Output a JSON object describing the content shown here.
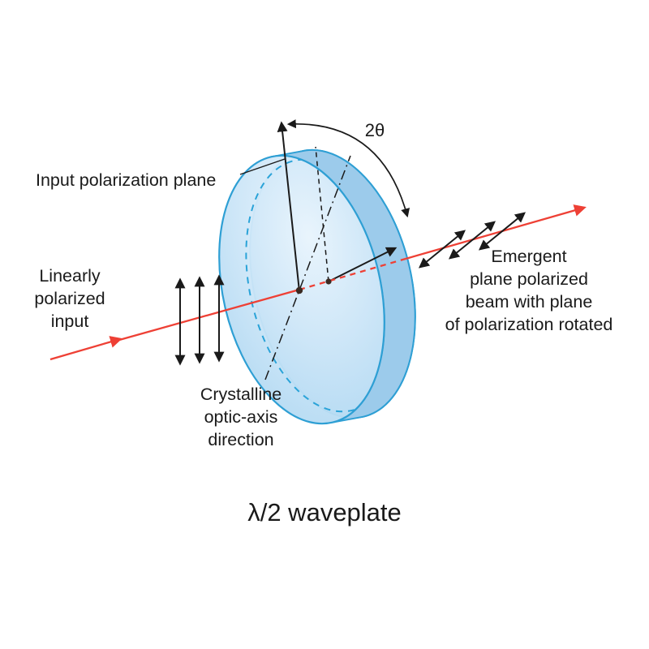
{
  "title": "λ/2 waveplate",
  "labels": {
    "input_plane": "Input polarization plane",
    "angle": "2θ",
    "linear_input_lines": [
      "Linearly",
      "polarized",
      "input"
    ],
    "optic_axis_lines": [
      "Crystalline",
      "optic-axis",
      "direction"
    ],
    "emergent_lines": [
      "Emergent",
      "plane polarized",
      "beam with plane",
      "of polarization rotated"
    ]
  },
  "colors": {
    "beam_red": "#ee4035",
    "disk_fill_light": "#d9ecf9",
    "disk_fill_mid": "#bcdcf3",
    "disk_fill_dark": "#9ccbeb",
    "disk_stroke": "#2e9fd4",
    "ink": "#1a1a1a",
    "background": "#ffffff"
  }
}
